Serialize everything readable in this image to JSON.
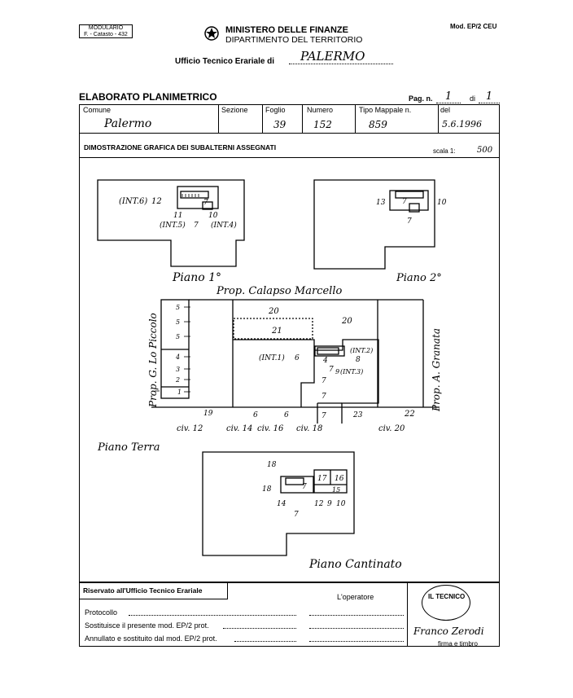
{
  "header": {
    "modulario_line1": "MODULARIO",
    "modulario_line2": "F. - Catasto - 432",
    "ministry": "MINISTERO DELLE FINANZE",
    "department": "DIPARTIMENTO DEL TERRITORIO",
    "form_code": "Mod. EP/2 CEU",
    "office_label": "Ufficio Tecnico Erariale di",
    "office_value": "PALERMO"
  },
  "title": {
    "main": "ELABORATO PLANIMETRICO",
    "page_label": "Pag. n.",
    "page_value": "1",
    "of_label": "di",
    "of_value": "1"
  },
  "fields": {
    "comune_label": "Comune",
    "comune_value": "Palermo",
    "sezione_label": "Sezione",
    "sezione_value": "",
    "foglio_label": "Foglio",
    "foglio_value": "39",
    "numero_label": "Numero",
    "numero_value": "152",
    "tipo_label": "Tipo Mappale n.",
    "tipo_value": "859",
    "del_label": "del",
    "del_value": "5.6.1996"
  },
  "section": {
    "title": "DIMOSTRAZIONE GRAFICA DEI SUBALTERNI ASSEGNATI",
    "scale_label": "scala 1:",
    "scale_value": "500"
  },
  "drawing": {
    "piano1": {
      "caption": "Piano 1°",
      "int6": "(INT.6)",
      "n12": "12",
      "n11": "11",
      "n10": "10",
      "n7": "7",
      "int5": "(INT.5)",
      "n7b": "7",
      "int4": "(INT.4)"
    },
    "piano2": {
      "caption": "Piano 2°",
      "n13": "13",
      "n10": "10",
      "n7": "7",
      "n7b": "7"
    },
    "terra": {
      "caption": "Piano Terra",
      "prop_top": "Prop. Calapso Marcello",
      "prop_left": "Prop. G. Lo Piccolo",
      "prop_right": "Prop. A. Granata",
      "left_nums": [
        "5",
        "5",
        "5",
        "4",
        "3",
        "2",
        "1"
      ],
      "n20a": "20",
      "n20b": "20",
      "n21": "21",
      "int1": "(INT.1)",
      "n6": "6",
      "n4": "4",
      "n8": "8",
      "int2": "(INT.2)",
      "n7a": "7",
      "int3": "(INT.3)",
      "n9": "9",
      "n7b": "7",
      "n7c": "7",
      "n7d": "7",
      "n19": "19",
      "n6a": "6",
      "n6b": "6",
      "n23": "23",
      "n22": "22",
      "civ12": "civ. 12",
      "civ14": "civ. 14",
      "civ16": "civ. 16",
      "civ18": "civ. 18",
      "civ20": "civ. 20"
    },
    "cantinato": {
      "caption": "Piano Cantinato",
      "n18a": "18",
      "n18b": "18",
      "n17": "17",
      "n16": "16",
      "n15": "15",
      "n7": "7",
      "n14": "14",
      "n12": "12",
      "n9": "9",
      "n10": "10",
      "n7b": "7"
    }
  },
  "footer": {
    "reserved": "Riservato all'Ufficio Tecnico Erariale",
    "operator": "L'operatore",
    "protocollo": "Protocollo",
    "sostituisce": "Sostituisce il presente mod. EP/2 prot.",
    "annullato": "Annullato e sostituito dal mod. EP/2 prot.",
    "tecnico": "IL TECNICO",
    "signature": "Franco Zerodi",
    "firma": "firma e timbro"
  }
}
